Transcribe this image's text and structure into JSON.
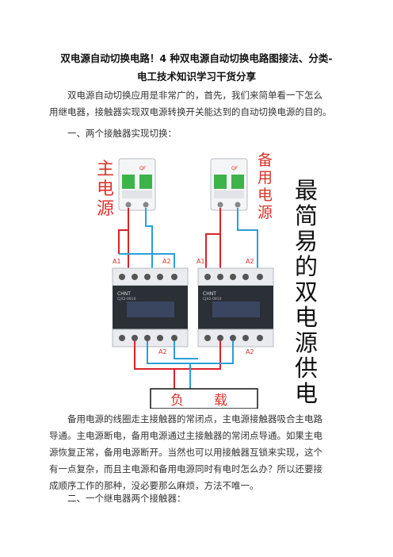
{
  "doc": {
    "title_line1": "双电源自动切换电路！4 种双电源自动切换电路图接法、分类-",
    "title_line2": "电工技术知识学习干货分享",
    "intro_line1": "双电源自动切换应用是非常广的，首先，我们来简单看一下怎么",
    "intro_line2": "用继电器，接触器实现双电源转换开关能达到的自动切换电源的目的。",
    "section1": "一、两个接触器实现切换：",
    "body_line1": "备用电源的线圈走主接触器的常闭点，主电源接触器吸合主电路",
    "body_line2": "导通。主电源断电，备用电源通过主接触器的常闭点导通。如果主电",
    "body_line3": "源恢复正常，备用电源断开。当然也可以用接触器互锁来实现，这个",
    "body_line4": "有一点复杂，而且主电源和备用电源同时有电时怎么办？所以还要接",
    "body_line5": "成顺序工作的那种，没必要那么麻烦，方法不唯一。",
    "section2": "二、一个继电器两个接触器："
  },
  "figure": {
    "main_source": [
      "主",
      "电",
      "源"
    ],
    "backup_source": [
      "备",
      "用",
      "电",
      "源"
    ],
    "big_caption": [
      "最",
      "简",
      "易",
      "的",
      "双",
      "电",
      "源",
      "供",
      "电"
    ],
    "load_label": [
      "负",
      "载"
    ],
    "coil_a1": "A1",
    "coil_a2": "A2",
    "breaker_mark": "QF",
    "contactor_brand": "CHNT",
    "contactor_model": "CJX2-0910",
    "colors": {
      "red_label": "#d9342b",
      "wire_red": "#d8232a",
      "wire_blue": "#2a9fd8",
      "breaker_green": "#3cb44a",
      "contactor_body": "#2b2f36",
      "contactor_top": "#e9ebee"
    }
  }
}
